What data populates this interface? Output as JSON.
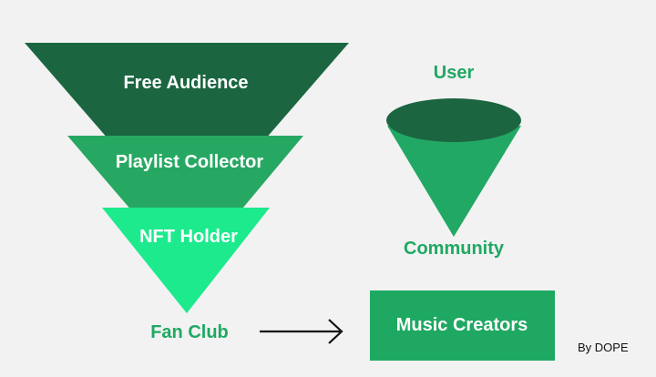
{
  "funnel": {
    "tiers": [
      {
        "label": "Free Audience",
        "color": "#1b6640"
      },
      {
        "label": "Playlist Collector",
        "color": "#27a862"
      },
      {
        "label": "NFT Holder",
        "color": "#1cea8d"
      }
    ],
    "bottom_label": "Fan Club"
  },
  "cone": {
    "top_label": "User",
    "bottom_label": "Community",
    "rim_color": "#1b6640",
    "body_color": "#22a865"
  },
  "creators_box": {
    "label": "Music Creators",
    "color": "#1fa862"
  },
  "arrow": {
    "icon": "right-arrow-icon"
  },
  "credit": "By DOPE",
  "colors": {
    "background": "#f2f2f2",
    "label_green": "#1fa862",
    "white_text": "#ffffff",
    "credit_text": "#111111"
  }
}
